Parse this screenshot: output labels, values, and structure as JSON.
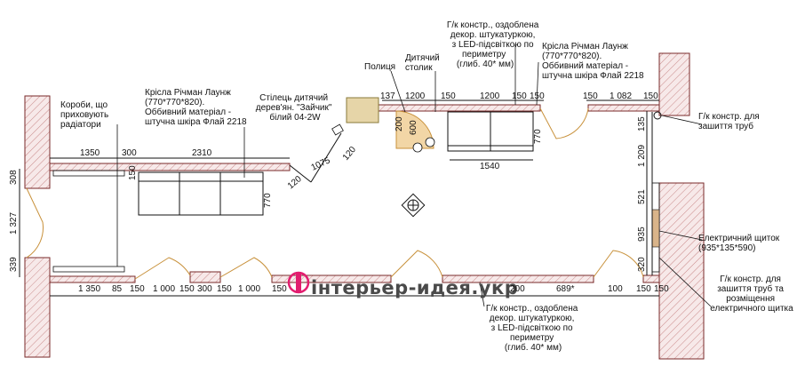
{
  "watermark": "інтерьер-идея.укр",
  "labels": {
    "radiator_boxes": [
      "Короби, що",
      "приховують",
      "радіатори"
    ],
    "chairs_left": [
      "Крісла Річман Лаунж",
      "(770*770*820).",
      "Оббивний матеріал -",
      "штучна шкіра Флай 2218"
    ],
    "kids_chair": [
      "Стілець дитячий",
      "дерев'ян. \"Зайчик\"",
      "білий 04-2W"
    ],
    "shelf": [
      "Полиця"
    ],
    "kids_table": [
      "Дитячий",
      "столик"
    ],
    "gk_top": [
      "Г/к констр., оздоблена",
      "декор. штукатуркою,",
      "з LED-підсвіткою по",
      "периметру",
      "(глиб. 40* мм)"
    ],
    "chairs_right": [
      "Крісла Річман Лаунж",
      "(770*770*820).",
      "Оббивний матеріал -",
      "штучна шкіра Флай 2218"
    ],
    "gk_pipes_top": [
      "Г/к констр. для",
      "зашиття труб"
    ],
    "electric_panel": [
      "Електричний щиток",
      "(935*135*590)"
    ],
    "gk_pipes_panel": [
      "Г/к констр. для",
      "зашиття труб та",
      "розміщення",
      "електричного щитка"
    ],
    "gk_bottom": [
      "Г/к констр., оздоблена",
      "декор. штукатуркою,",
      "з LED-підсвіткою по",
      "периметру",
      "(глиб. 40* мм)"
    ]
  },
  "dimensions": {
    "left_wall_1350": "1350",
    "left_wall_300": "300",
    "left_wall_2310": "2310",
    "left_wall_150": "150",
    "left_wall_770": "770",
    "diag_120a": "120",
    "diag_1075": "1075",
    "diag_120b": "120",
    "top_137": "137",
    "top_1200a": "1200",
    "top_150a": "150",
    "top_1200b": "1200",
    "top_150b": "150",
    "top_150c": "150",
    "shelf_200": "200",
    "table_600": "600",
    "sofa_1540": "1540",
    "sofa_770": "770",
    "right_150a": "150",
    "right_1082": "1 082",
    "right_150b": "150",
    "vert_135": "135",
    "vert_1209": "1 209",
    "vert_521": "521",
    "vert_935": "935",
    "vert_320": "320",
    "left_308": "308",
    "left_1327": "1 327",
    "left_339": "339",
    "bot_1350": "1 350",
    "bot_85": "85",
    "bot_150a": "150",
    "bot_1000a": "1 000",
    "bot_150b": "150",
    "bot_300": "300",
    "bot_150c": "150",
    "bot_1000b": "1 000",
    "bot_150d": "150",
    "bot_200": "200",
    "bot_689": "689*",
    "bot_100": "100",
    "bot_150e": "150",
    "bot_150f": "150"
  },
  "colors": {
    "wall": "#7a2a2a",
    "door": "#c8913b",
    "panel": "#d9b48a"
  },
  "icons": {
    "center": "compass-diamond-icon",
    "logo": "interior-idea-logo-icon"
  }
}
